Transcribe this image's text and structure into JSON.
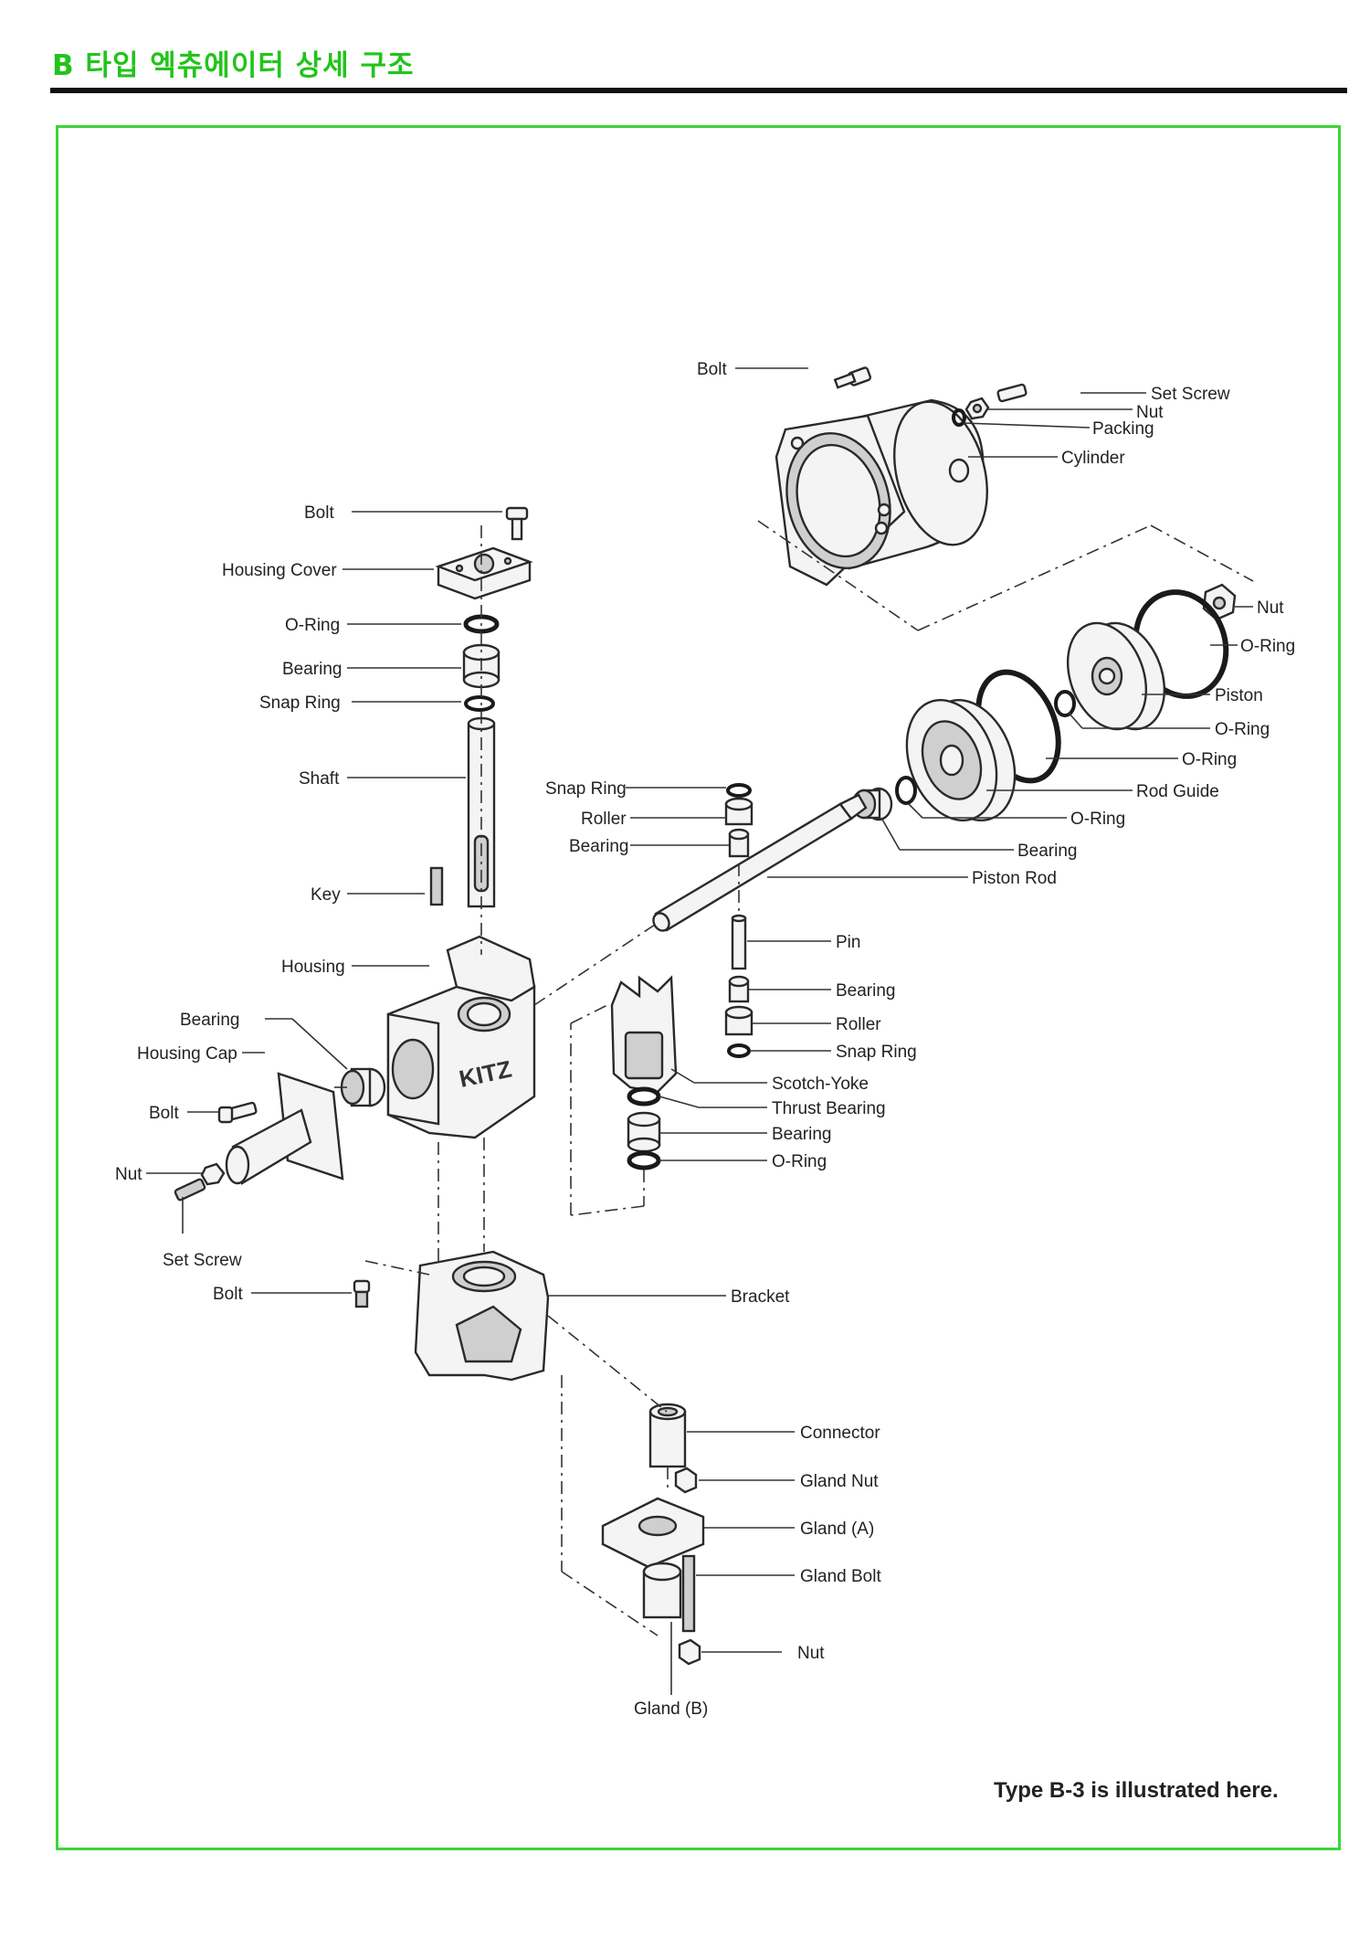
{
  "header": {
    "title": "B 타입 엑츄에이터 상세 구조"
  },
  "caption": "Type B-3 is illustrated here.",
  "labels": {
    "cyl_bolt": "Bolt",
    "set_screw_top": "Set Screw",
    "nut_top": "Nut",
    "packing": "Packing",
    "cylinder": "Cylinder",
    "piston_nut": "Nut",
    "oring_piston_outer": "O-Ring",
    "piston": "Piston",
    "oring_piston_inner": "O-Ring",
    "oring_rodguide_outer": "O-Ring",
    "rod_guide": "Rod Guide",
    "oring_rodguide_inner": "O-Ring",
    "bearing_rod": "Bearing",
    "piston_rod": "Piston Rod",
    "bolt_cover": "Bolt",
    "housing_cover": "Housing Cover",
    "oring_cover": "O-Ring",
    "bearing_cover": "Bearing",
    "snap_ring_shaft": "Snap Ring",
    "shaft": "Shaft",
    "key": "Key",
    "housing": "Housing",
    "bearing_cap": "Bearing",
    "housing_cap": "Housing Cap",
    "bolt_cap": "Bolt",
    "nut_cap": "Nut",
    "set_screw_cap": "Set Screw",
    "snap_ring_roller_top": "Snap Ring",
    "roller_top": "Roller",
    "bearing_roller_top": "Bearing",
    "pin": "Pin",
    "bearing_pin": "Bearing",
    "roller_bottom": "Roller",
    "snap_ring_bottom": "Snap Ring",
    "scotch_yoke": "Scotch-Yoke",
    "thrust_bearing": "Thrust Bearing",
    "bearing_yoke": "Bearing",
    "oring_yoke": "O-Ring",
    "bolt_bracket": "Bolt",
    "bracket": "Bracket",
    "connector": "Connector",
    "gland_nut": "Gland Nut",
    "gland_a": "Gland (A)",
    "gland_bolt": "Gland Bolt",
    "nut_gland": "Nut",
    "gland_b": "Gland (B)"
  },
  "housing_mark": "KITZ",
  "colors": {
    "title": "#22c41a",
    "frame": "#3ed43a",
    "rule": "#111111"
  }
}
